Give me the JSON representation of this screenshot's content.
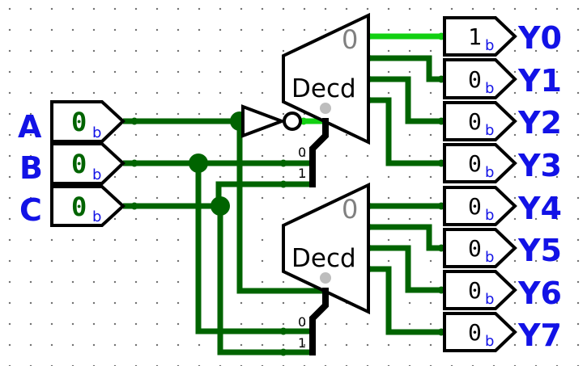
{
  "inputs": [
    {
      "label": "A",
      "value": "0",
      "suffix": "b"
    },
    {
      "label": "B",
      "value": "0",
      "suffix": "b"
    },
    {
      "label": "C",
      "value": "0",
      "suffix": "b"
    }
  ],
  "outputs": [
    {
      "label": "Y0",
      "value": "1",
      "suffix": "b"
    },
    {
      "label": "Y1",
      "value": "0",
      "suffix": "b"
    },
    {
      "label": "Y2",
      "value": "0",
      "suffix": "b"
    },
    {
      "label": "Y3",
      "value": "0",
      "suffix": "b"
    },
    {
      "label": "Y4",
      "value": "0",
      "suffix": "b"
    },
    {
      "label": "Y5",
      "value": "0",
      "suffix": "b"
    },
    {
      "label": "Y6",
      "value": "0",
      "suffix": "b"
    },
    {
      "label": "Y7",
      "value": "0",
      "suffix": "b"
    }
  ],
  "decoders": [
    {
      "label": "Decd",
      "output_zero": "0",
      "sel_low": "0",
      "sel_high": "1"
    },
    {
      "label": "Decd",
      "output_zero": "0",
      "sel_low": "0",
      "sel_high": "1"
    }
  ],
  "colors": {
    "wire_low": "#006400",
    "wire_high": "#12d012",
    "label_blue": "#1212e6"
  }
}
